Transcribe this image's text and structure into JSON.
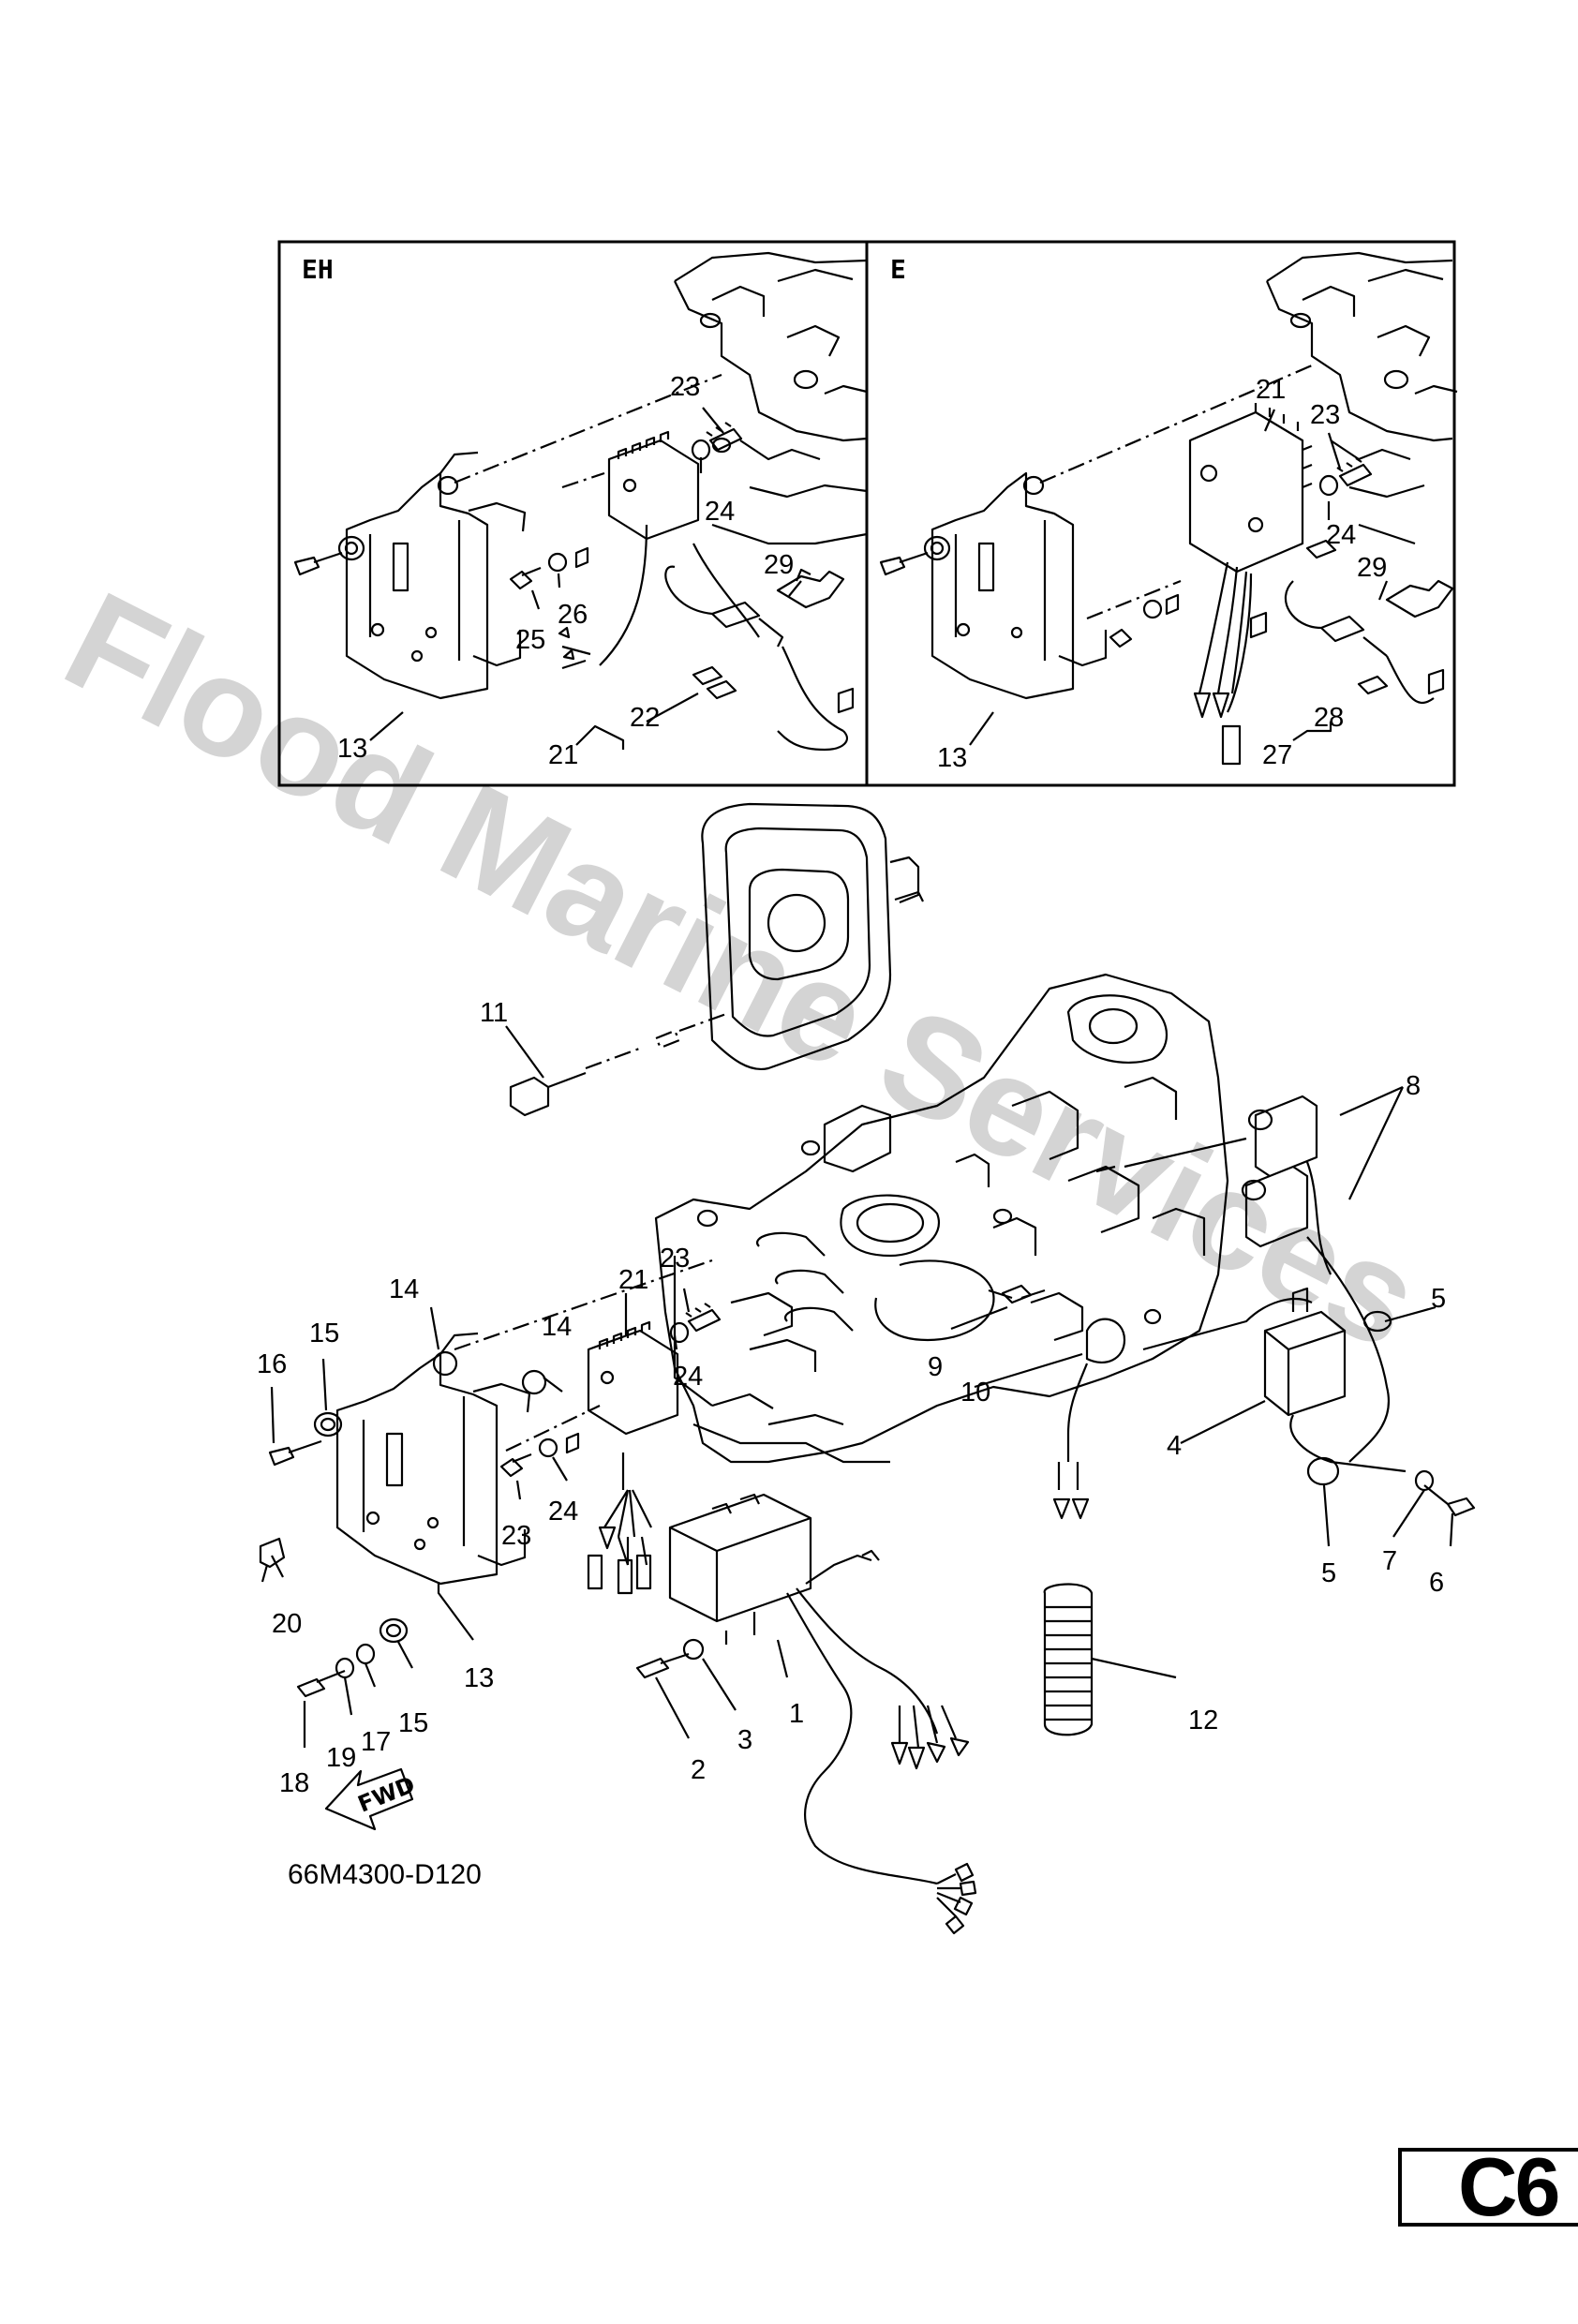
{
  "watermark": "Flood Marine Services",
  "panels": {
    "eh": {
      "label": "EH"
    },
    "e": {
      "label": "E"
    }
  },
  "callouts_eh": [
    "23",
    "24",
    "29",
    "26",
    "25",
    "13",
    "22",
    "21"
  ],
  "callouts_e": [
    "21",
    "23",
    "24",
    "29",
    "13",
    "28",
    "27"
  ],
  "callouts_main": [
    "11",
    "8",
    "14",
    "15",
    "16",
    "21",
    "23",
    "14",
    "24",
    "9",
    "10",
    "5",
    "4",
    "23",
    "24",
    "20",
    "13",
    "5",
    "7",
    "6",
    "12",
    "1",
    "3",
    "2",
    "15",
    "17",
    "19",
    "18"
  ],
  "fwd_label": "FWD",
  "diagram_code": "66M4300-D120",
  "page_tag": "C6"
}
